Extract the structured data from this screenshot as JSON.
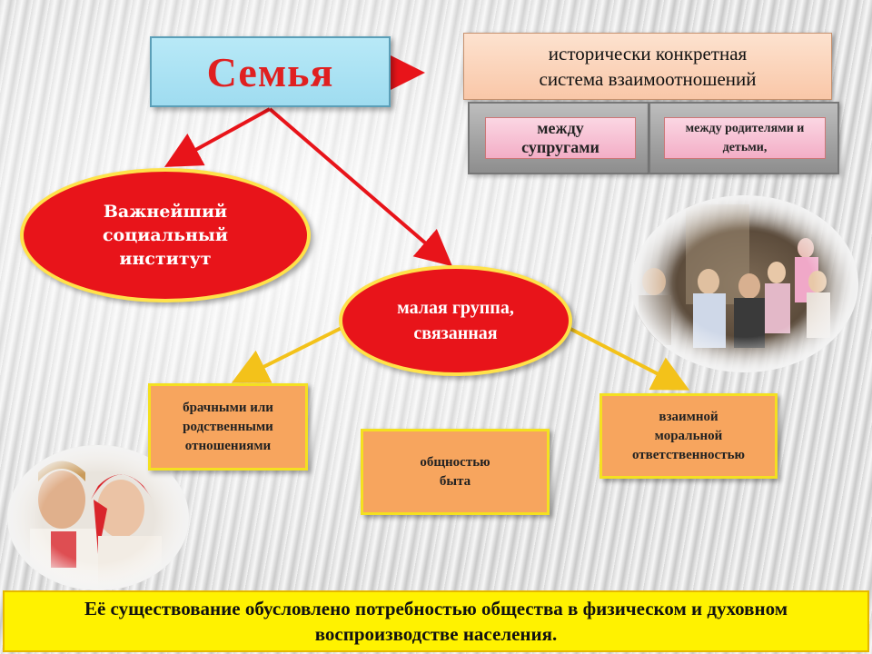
{
  "title": "Семья",
  "definition": {
    "line1": "исторически конкретная",
    "line2": "система  взаимоотношений"
  },
  "relations": [
    {
      "line1": "между",
      "line2": "супругами"
    },
    {
      "line1": "между родителями и",
      "line2": "детьми,"
    }
  ],
  "institute": {
    "line1": "Важнейший",
    "line2": "социальный",
    "line3": "институт"
  },
  "small_group": {
    "line1": "малая группа,",
    "line2": "связанная"
  },
  "bonds": [
    {
      "line1": "брачными или",
      "line2": "родственными",
      "line3": "отношениями"
    },
    {
      "line1": "общностью",
      "line2": "быта"
    },
    {
      "line1": "взаимной",
      "line2": "моральной",
      "line3": "ответственностью"
    }
  ],
  "footer": {
    "line1": "Её существование обусловлено потребностью общества в физическом  и духовном",
    "line2": "воспроизводстве населения."
  },
  "colors": {
    "arrow_red": "#e8141a",
    "arrow_yellow": "#f3c21a",
    "ellipse_fill": "#e8141a",
    "footer_bg": "#fff200"
  }
}
